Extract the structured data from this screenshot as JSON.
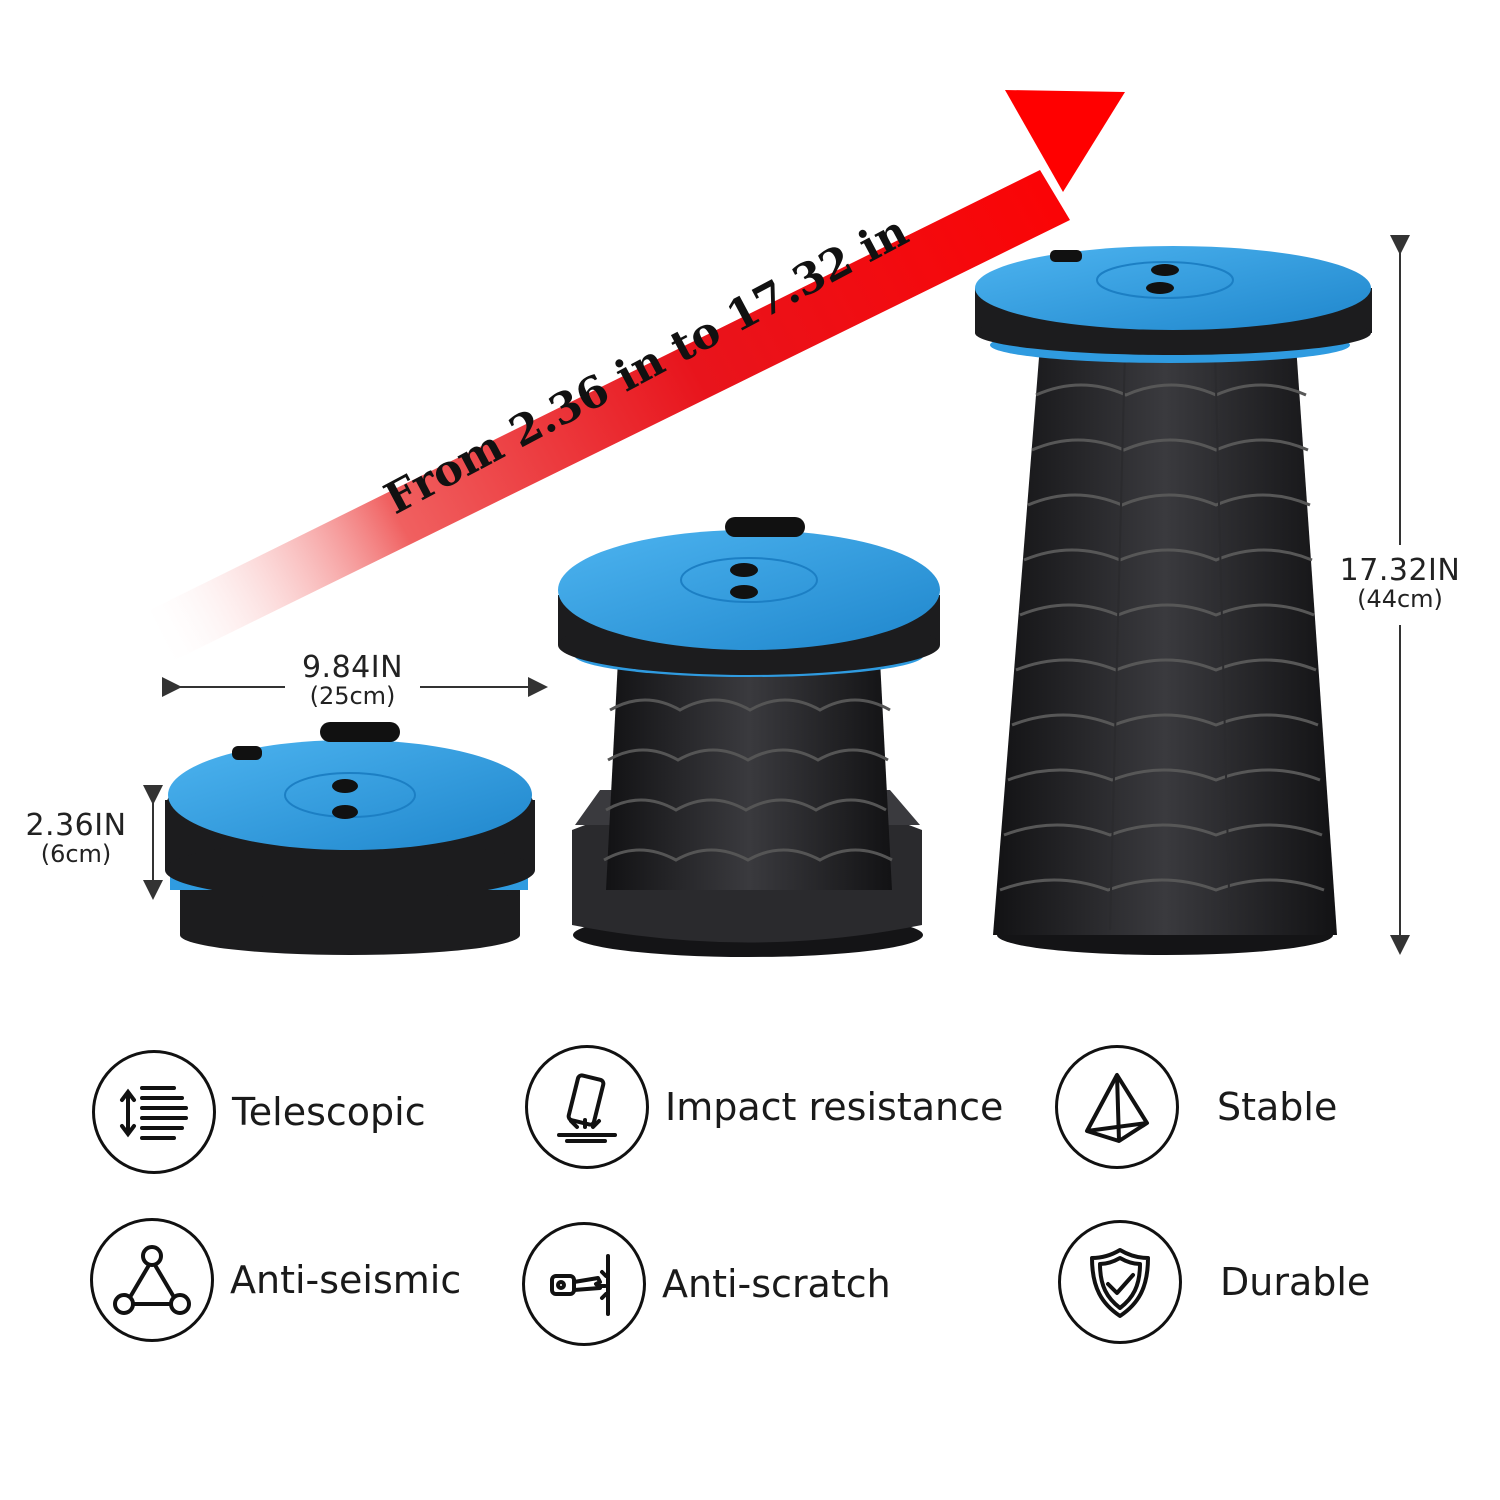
{
  "arrow": {
    "text": "From 2.36 in to 17.32 in"
  },
  "dimensions": {
    "width": {
      "main": "9.84IN",
      "sub": "(25cm)"
    },
    "min_height": {
      "main": "2.36IN",
      "sub": "(6cm)"
    },
    "max_height": {
      "main": "17.32IN",
      "sub": "(44cm)"
    }
  },
  "features": [
    {
      "id": "telescopic",
      "label": "Telescopic",
      "icon": "stack-lines-icon"
    },
    {
      "id": "impact",
      "label": "Impact resistance",
      "icon": "phone-drop-icon"
    },
    {
      "id": "stable",
      "label": "Stable",
      "icon": "pyramid-icon"
    },
    {
      "id": "seismic",
      "label": "Anti-seismic",
      "icon": "triangle-nodes-icon"
    },
    {
      "id": "scratch",
      "label": "Anti-scratch",
      "icon": "key-scratch-icon"
    },
    {
      "id": "durable",
      "label": "Durable",
      "icon": "shield-check-icon"
    }
  ],
  "colors": {
    "seat_blue": "#2f9be0",
    "body_black": "#1c1c1e",
    "arrow_red": "#e8141c",
    "text": "#1a1a1a"
  }
}
